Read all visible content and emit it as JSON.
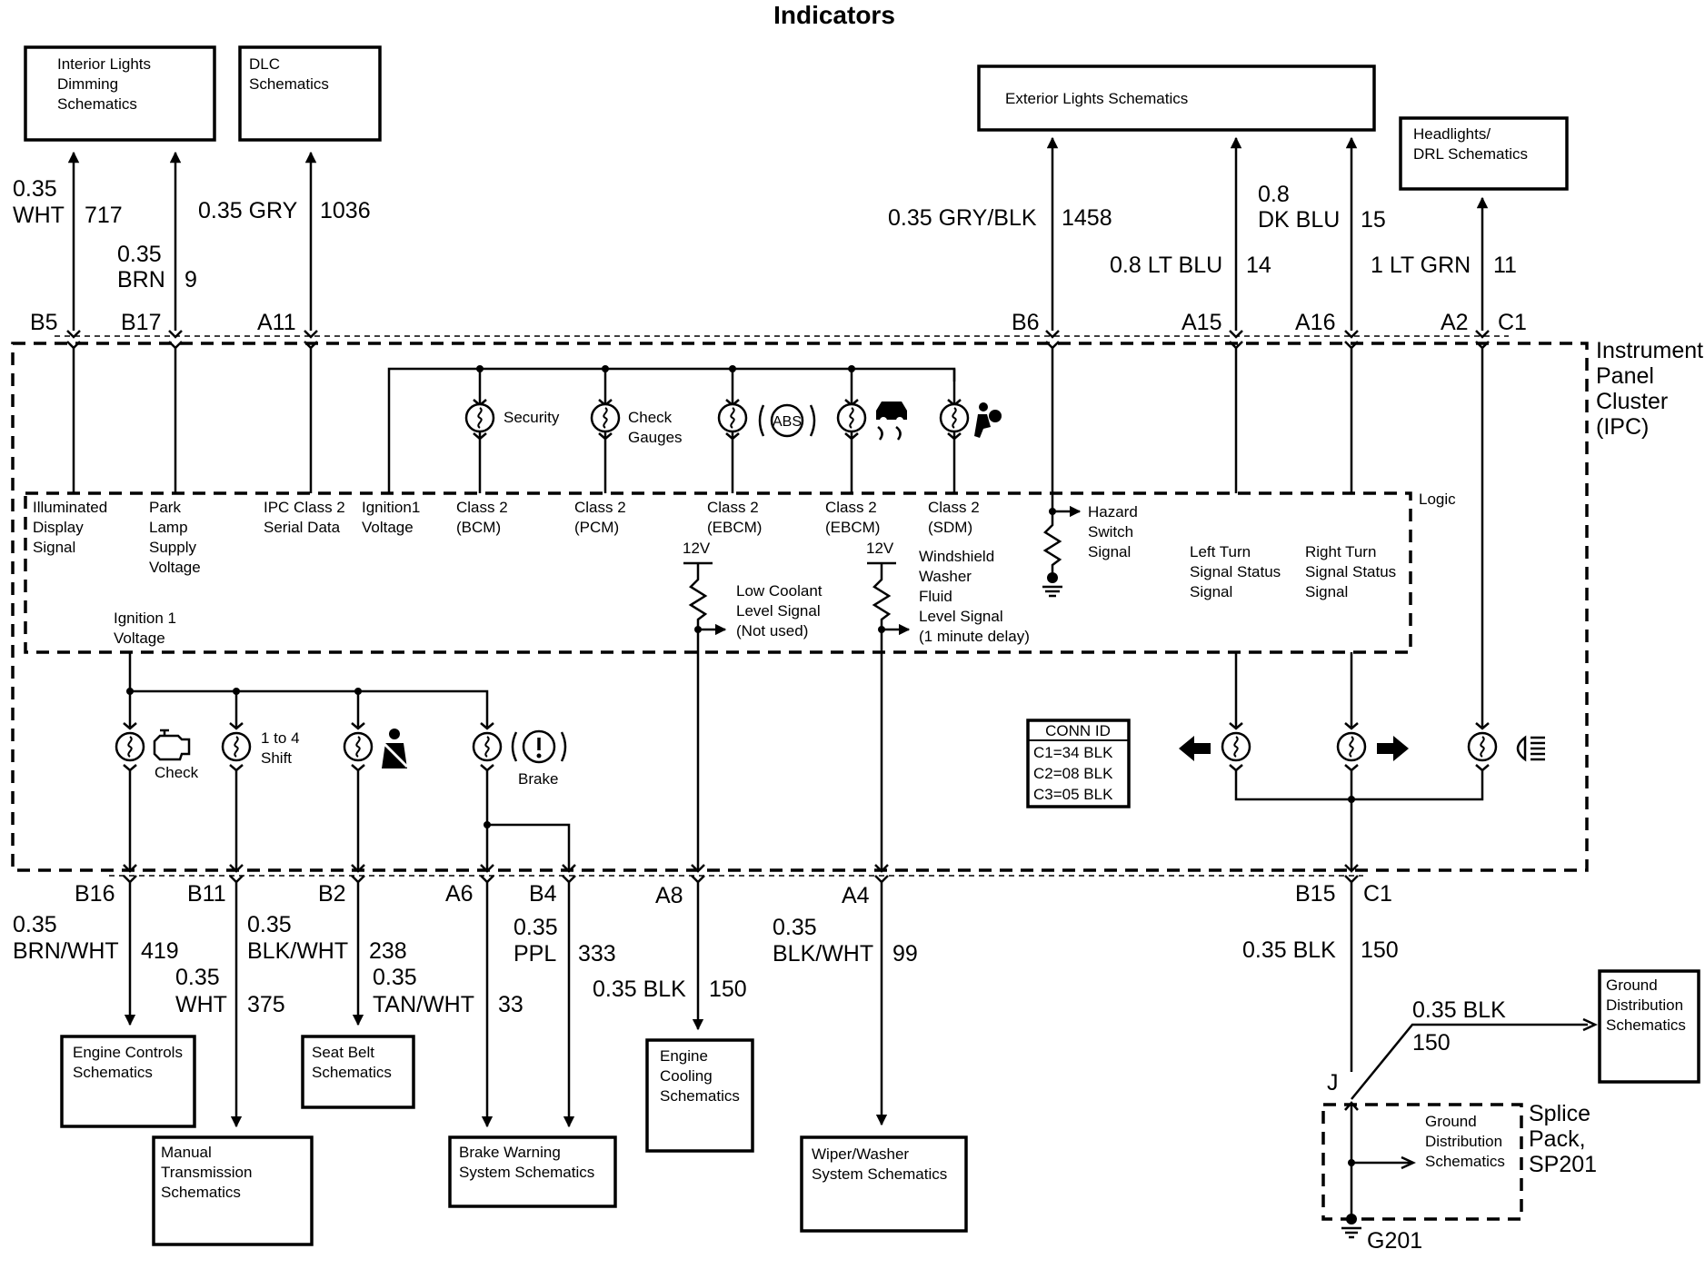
{
  "title": "Indicators",
  "boxes": {
    "interior_lights": [
      "Interior Lights",
      "Dimming",
      "Schematics"
    ],
    "dlc": [
      "DLC",
      "Schematics"
    ],
    "exterior_lights": [
      "Exterior Lights Schematics"
    ],
    "headlights_drl": [
      "Headlights/",
      "DRL Schematics"
    ],
    "engine_controls": [
      "Engine Controls",
      "Schematics"
    ],
    "manual_transmission": [
      "Manual",
      "Transmission",
      "Schematics"
    ],
    "seat_belt": [
      "Seat Belt",
      "Schematics"
    ],
    "brake_warning": [
      "Brake Warning",
      "System Schematics"
    ],
    "engine_cooling": [
      "Engine",
      "Cooling",
      "Schematics"
    ],
    "wiper_washer": [
      "Wiper/Washer",
      "System Schematics"
    ],
    "ground_distribution": [
      "Ground",
      "Distribution",
      "Schematics"
    ],
    "splice_ground_distribution": [
      "Ground",
      "Distribution",
      "Schematics"
    ]
  },
  "wires_top": {
    "w717_size": "0.35",
    "w717_color": "WHT",
    "w717_circuit": "717",
    "w9_size": "0.35",
    "w9_color": "BRN",
    "w9_circuit": "9",
    "w1036_label": "0.35 GRY",
    "w1036_circuit": "1036",
    "w1458_label": "0.35 GRY/BLK",
    "w1458_circuit": "1458",
    "w14_label": "0.8 LT BLU",
    "w14_circuit": "14",
    "w15_size": "0.8",
    "w15_color": "DK BLU",
    "w15_circuit": "15",
    "w11_label": "1 LT GRN",
    "w11_circuit": "11"
  },
  "pins_top": {
    "b5": "B5",
    "b17": "B17",
    "a11": "A11",
    "b6": "B6",
    "a15": "A15",
    "a16": "A16",
    "a2": "A2",
    "c1": "C1"
  },
  "ipc": {
    "label": [
      "Instrument",
      "Panel",
      "Cluster",
      "(IPC)"
    ],
    "logic": "Logic",
    "illuminated": [
      "Illuminated",
      "Display",
      "Signal"
    ],
    "park_lamp": [
      "Park",
      "Lamp",
      "Supply",
      "Voltage"
    ],
    "ipc_class2": [
      "IPC Class 2",
      "Serial Data"
    ],
    "ignition1_voltage_top": [
      "Ignition1",
      "Voltage"
    ],
    "class2_bcm": [
      "Class 2",
      "(BCM)"
    ],
    "class2_pcm": [
      "Class 2",
      "(PCM)"
    ],
    "class2_ebcm_a": [
      "Class 2",
      "(EBCM)"
    ],
    "class2_ebcm_b": [
      "Class 2",
      "(EBCM)"
    ],
    "class2_sdm": [
      "Class 2",
      "(SDM)"
    ],
    "security": "Security",
    "check_gauges": [
      "Check",
      "Gauges"
    ],
    "abs": "ABS",
    "hazard": [
      "Hazard",
      "Switch",
      "Signal"
    ],
    "left_turn": [
      "Left Turn",
      "Signal Status",
      "Signal"
    ],
    "right_turn": [
      "Right Turn",
      "Signal Status",
      "Signal"
    ],
    "v12_a": "12V",
    "v12_b": "12V",
    "low_coolant": [
      "Low Coolant",
      "Level Signal",
      "(Not used)"
    ],
    "washer_fluid": [
      "Windshield",
      "Washer",
      "Fluid",
      "Level Signal",
      "(1 minute delay)"
    ],
    "ignition1_voltage_bottom": [
      "Ignition 1",
      "Voltage"
    ],
    "check": "Check",
    "shift": [
      "1 to 4",
      "Shift"
    ],
    "brake": "Brake"
  },
  "conn_id": {
    "title": "CONN ID",
    "rows": [
      "C1=34 BLK",
      "C2=08 BLK",
      "C3=05 BLK"
    ]
  },
  "pins_bottom": {
    "b16": "B16",
    "b11": "B11",
    "b2": "B2",
    "a6": "A6",
    "b4": "B4",
    "a8": "A8",
    "a4": "A4",
    "b15": "B15",
    "c1": "C1"
  },
  "wires_bottom": {
    "w419_size": "0.35",
    "w419_color": "BRN/WHT",
    "w419_circuit": "419",
    "w375_size": "0.35",
    "w375_color": "WHT",
    "w375_circuit": "375",
    "w238_size": "0.35",
    "w238_color": "BLK/WHT",
    "w238_circuit": "238",
    "w33_size": "0.35",
    "w33_color": "TAN/WHT",
    "w33_circuit": "33",
    "w333_size": "0.35",
    "w333_color": "PPL",
    "w333_circuit": "333",
    "w150a_label": "0.35 BLK",
    "w150a_circuit": "150",
    "w99_size": "0.35",
    "w99_color": "BLK/WHT",
    "w99_circuit": "99",
    "w150b_label": "0.35 BLK",
    "w150b_circuit": "150",
    "w150c_label": "0.35 BLK",
    "w150c_circuit": "150"
  },
  "splice": {
    "j": "J",
    "label": [
      "Splice",
      "Pack,",
      "SP201"
    ],
    "ground": "G201"
  }
}
